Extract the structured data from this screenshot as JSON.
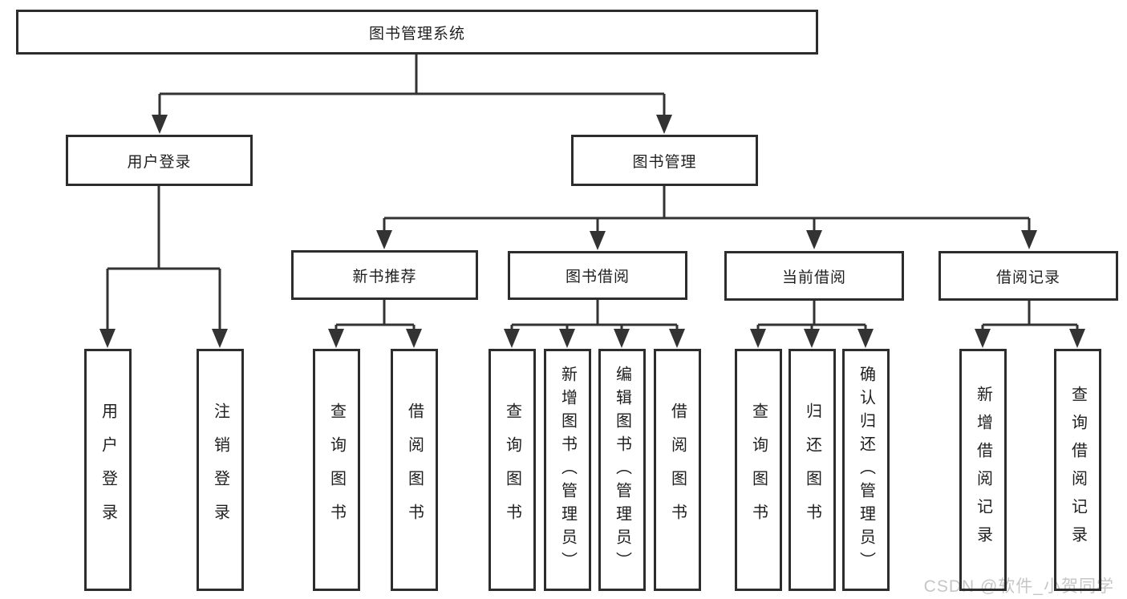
{
  "title": "图书管理系统",
  "watermark": "CSDN @软件_小贺同学",
  "colors": {
    "line": "#333333",
    "box_border": "#2d2d2d",
    "box_fill": "#ffffff",
    "text": "#1f1f1f",
    "watermark": "#c6c6c6"
  },
  "tree": {
    "root": {
      "label": "图书管理系统",
      "children": [
        {
          "label": "用户登录",
          "children": [
            {
              "label": "用户登录"
            },
            {
              "label": "注销登录"
            }
          ]
        },
        {
          "label": "图书管理",
          "children": [
            {
              "label": "新书推荐",
              "children": [
                {
                  "label": "查询图书"
                },
                {
                  "label": "借阅图书"
                }
              ]
            },
            {
              "label": "图书借阅",
              "children": [
                {
                  "label": "查询图书"
                },
                {
                  "label": "新增图书（管理员）"
                },
                {
                  "label": "编辑图书（管理员）"
                },
                {
                  "label": "借阅图书"
                }
              ]
            },
            {
              "label": "当前借阅",
              "children": [
                {
                  "label": "查询图书"
                },
                {
                  "label": "归还图书"
                },
                {
                  "label": "确认归还（管理员）"
                }
              ]
            },
            {
              "label": "借阅记录",
              "children": [
                {
                  "label": "新增借阅记录"
                },
                {
                  "label": "查询借阅记录"
                }
              ]
            }
          ]
        }
      ]
    }
  }
}
